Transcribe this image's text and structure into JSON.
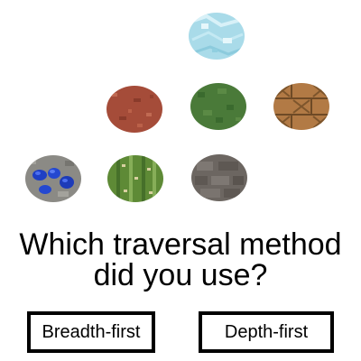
{
  "nodes": [
    {
      "id": "ice",
      "icon": "ice-block-icon",
      "color": "#a9dbe9"
    },
    {
      "id": "granite",
      "icon": "granite-block-icon",
      "color": "#a54c39"
    },
    {
      "id": "moss",
      "icon": "moss-block-icon",
      "color": "#4a7a39"
    },
    {
      "id": "planks",
      "icon": "planks-block-icon",
      "color": "#b27a45"
    },
    {
      "id": "lapis",
      "icon": "lapis-ore-icon",
      "color": "#8b8a85"
    },
    {
      "id": "cactus",
      "icon": "cactus-block-icon",
      "color": "#5e8a36"
    },
    {
      "id": "stone",
      "icon": "stone-block-icon",
      "color": "#6c6661"
    }
  ],
  "question": {
    "line1": "Which traversal method",
    "line2": "did you use?"
  },
  "buttons": {
    "bfs_label": "Breadth-first",
    "dfs_label": "Depth-first"
  }
}
